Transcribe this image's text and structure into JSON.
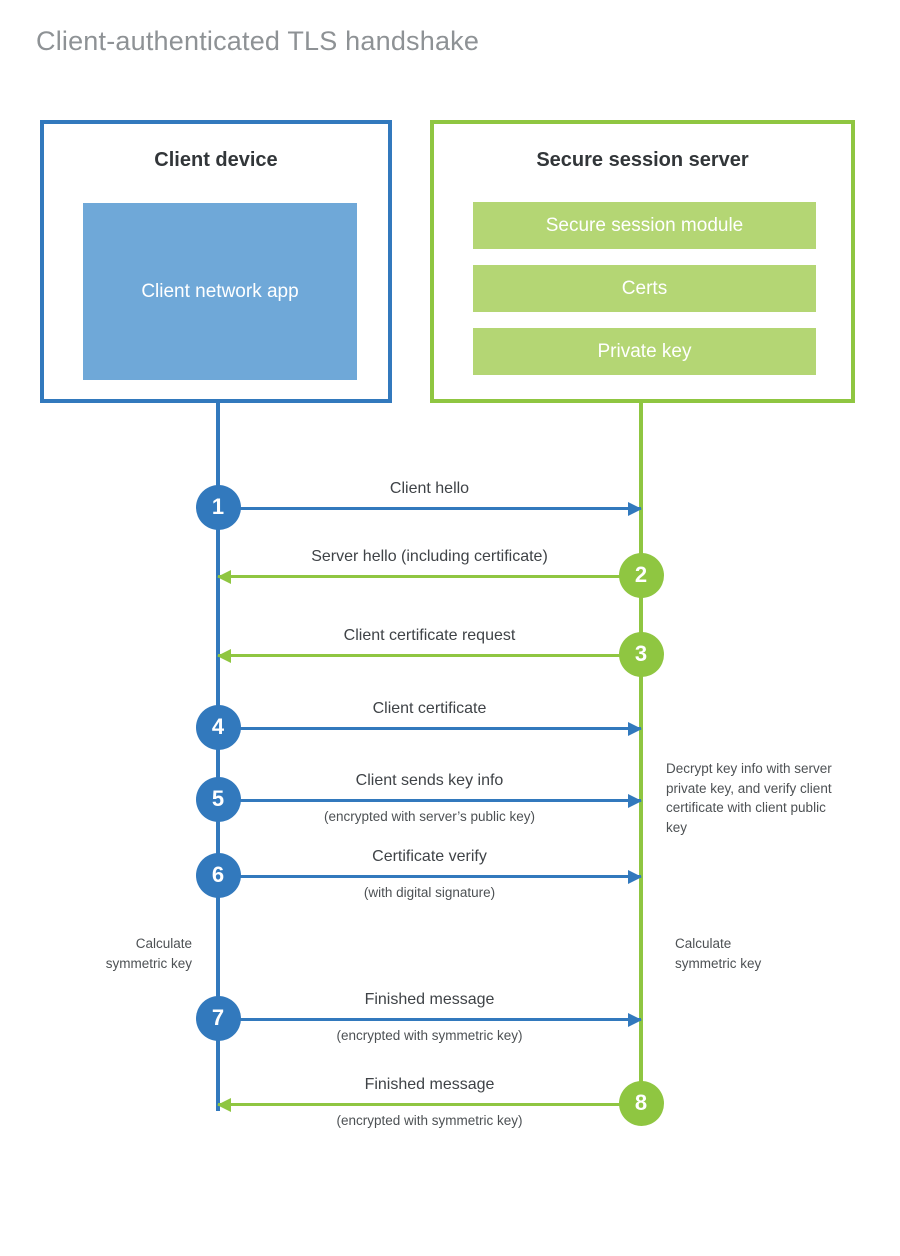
{
  "page": {
    "title": "Client-authenticated TLS handshake"
  },
  "colors": {
    "client_accent": "#3279bd",
    "client_fill": "#6fa8d8",
    "server_accent": "#8fc641",
    "server_fill": "#b4d674",
    "title_text": "#8e9295",
    "body_text": "#3f4347"
  },
  "client": {
    "title": "Client device",
    "app_label": "Client network\napp"
  },
  "server": {
    "title": "Secure session server",
    "components": [
      "Secure session module",
      "Certs",
      "Private key"
    ]
  },
  "steps": [
    {
      "number": "1",
      "label": "Client hello",
      "sublabel": "",
      "direction": "client-to-server",
      "origin": "client"
    },
    {
      "number": "2",
      "label": "Server hello (including certificate)",
      "sublabel": "",
      "direction": "server-to-client",
      "origin": "server"
    },
    {
      "number": "3",
      "label": "Client certificate request",
      "sublabel": "",
      "direction": "server-to-client",
      "origin": "server"
    },
    {
      "number": "4",
      "label": "Client certificate",
      "sublabel": "",
      "direction": "client-to-server",
      "origin": "client"
    },
    {
      "number": "5",
      "label": "Client sends key info",
      "sublabel": "(encrypted with server’s public key)",
      "direction": "client-to-server",
      "origin": "client"
    },
    {
      "number": "6",
      "label": "Certificate verify",
      "sublabel": "(with digital signature)",
      "direction": "client-to-server",
      "origin": "client"
    },
    {
      "number": "7",
      "label": "Finished message",
      "sublabel": "(encrypted with symmetric key)",
      "direction": "client-to-server",
      "origin": "client"
    },
    {
      "number": "8",
      "label": "Finished message",
      "sublabel": "(encrypted with symmetric key)",
      "direction": "server-to-client",
      "origin": "server"
    }
  ],
  "notes": {
    "server_decrypt": "Decrypt key info with server private key, and verify client certificate with client public key",
    "client_calculate": "Calculate\nsymmetric key",
    "server_calculate": "Calculate\nsymmetric key"
  }
}
